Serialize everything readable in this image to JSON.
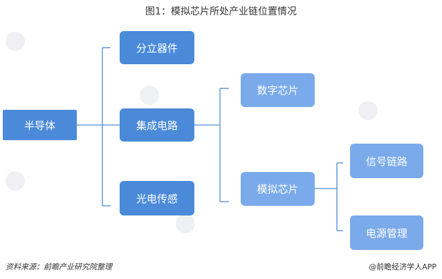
{
  "title": "图1：模拟芯片所处产业链位置情况",
  "nodes": {
    "semiconductor": "半导体",
    "discrete": "分立器件",
    "ic": "集成电路",
    "optoelectronic": "光电传感",
    "digital_chip": "数字芯片",
    "analog_chip": "模拟芯片",
    "signal_chain": "信号链路",
    "power_mgmt": "电源管理"
  },
  "footer": {
    "source": "资料来源：前瞻产业研究院整理",
    "credit": "@前瞻经济学人APP"
  },
  "colors": {
    "node_dark": "#4a8ad9",
    "node_light": "#7aaaea",
    "connector": "#4a8ad9"
  }
}
